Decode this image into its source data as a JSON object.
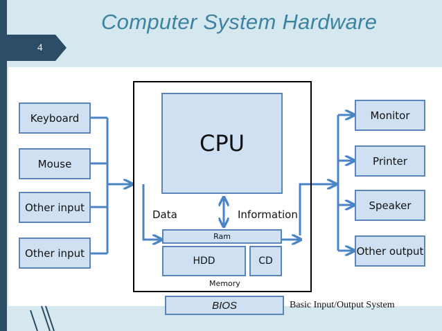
{
  "slide": {
    "title": "Computer System Hardware",
    "page_number": "4"
  },
  "inputs": [
    "Keyboard",
    "Mouse",
    "Other input",
    "Other input"
  ],
  "outputs": [
    "Monitor",
    "Printer",
    "Speaker",
    "Other output"
  ],
  "system": {
    "cpu": "CPU",
    "data_label": "Data",
    "information_label": "Information",
    "ram": "Ram",
    "hdd": "HDD",
    "cd": "CD",
    "memory": "Memory"
  },
  "bios": {
    "label": "BIOS",
    "description": "Basic Input/Output System"
  },
  "colors": {
    "box_fill": "#cfe0f3",
    "box_border": "#5b84b9",
    "connector": "#4a83c6",
    "title": "#3d83a0",
    "slide_bg": "#d6e8ef",
    "left_bar": "#2b4d66"
  }
}
